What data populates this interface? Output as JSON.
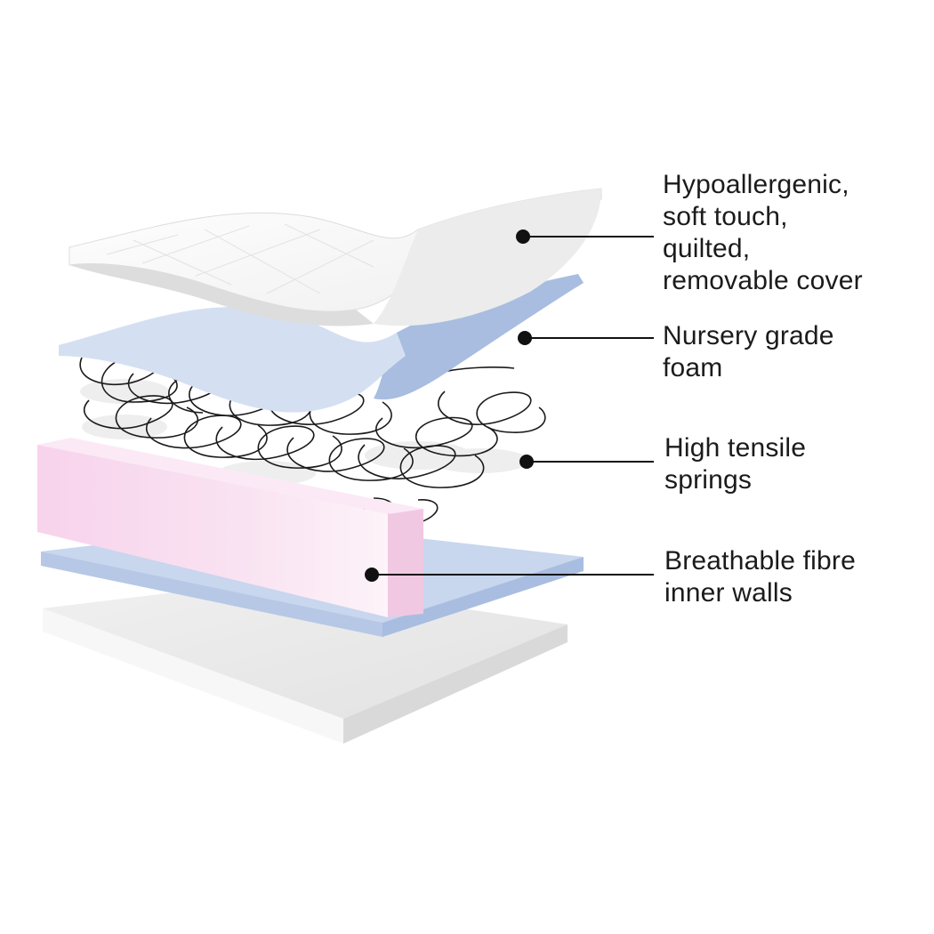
{
  "diagram": {
    "labels": [
      {
        "id": "cover",
        "lines": [
          "Hypoallergenic,",
          "soft touch,",
          "quilted,",
          "removable cover"
        ]
      },
      {
        "id": "foam",
        "lines": [
          "Nursery grade",
          "foam"
        ]
      },
      {
        "id": "springs",
        "lines": [
          "High tensile",
          "springs"
        ]
      },
      {
        "id": "walls",
        "lines": [
          "Breathable fibre",
          "inner walls"
        ]
      }
    ],
    "colors": {
      "cover_top": "#f7f7f7",
      "cover_edge": "#dedede",
      "foam_top": "#c9d8ee",
      "foam_edge": "#afc3e2",
      "spring_line": "#1a1a1a",
      "wall_front": "#f6d8ee",
      "wall_top": "#fbeaf5",
      "base_blue": "#c6d5ed",
      "base_grey": "#e6e6e6",
      "leader_line": "#111111"
    }
  }
}
